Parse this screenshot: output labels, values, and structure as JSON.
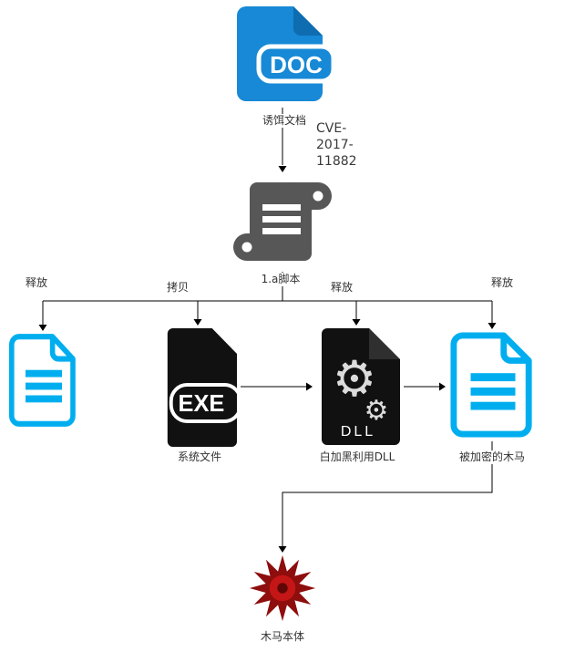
{
  "nodes": {
    "decoy_doc": {
      "label": "诱饵文档",
      "badge": "DOC"
    },
    "script": {
      "label": "1.a脚本"
    },
    "exe": {
      "label": "系统文件",
      "badge": "EXE"
    },
    "dll": {
      "label": "白加黑利用DLL",
      "badge": "DLL"
    },
    "encrypted_trojan": {
      "label": "被加密的木马"
    },
    "trojan_body": {
      "label": "木马本体"
    }
  },
  "edges": {
    "exploit_label": "CVE-\n2017-\n11882",
    "release_left": "释放",
    "copy": "拷贝",
    "release_middle": "释放",
    "release_right": "释放"
  },
  "icons": {
    "gear_glyph": "⚙"
  },
  "colors": {
    "doc_blue": "#1789d6",
    "doc_blue_dark": "#0e6cb0",
    "cyan": "#00aeef",
    "script_gray": "#575757",
    "file_black": "#111111",
    "fold_gray": "#2f2f2f",
    "gear_gray": "#dcdcdc",
    "virus_outer": "#8e0d0d",
    "virus_mid": "#c41616",
    "virus_core": "#5f0606"
  }
}
